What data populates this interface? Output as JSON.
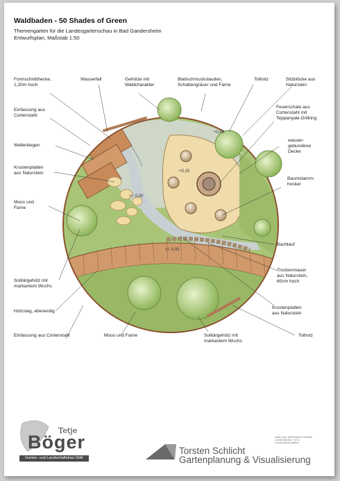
{
  "header": {
    "title": "Waldbaden - 50 Shades of Green",
    "subtitle": "Themengarten für die Landesgartenschau in Bad Gandersheim",
    "scale": "Entwurfsplan, Maßstab 1:50"
  },
  "labels": {
    "formschnitthecke": "Formschnitthecke,\n1,20m hoch",
    "wasserfall": "Wasserfall",
    "gehoelze": "Gehölze mit\nWaldcharakter",
    "blattschmuck": "Blattschmuckstauden,\nSchattengräser und Farne",
    "totholz_top": "Totholz",
    "sitzbloecke": "Sitzblöcke aus\nNaturstein",
    "einfassung_top": "Einfassung aus\nCortenstahl",
    "feuerschale": "Feuerschale aus\nCortenstahl mit\nTeppanyaki-Grillring",
    "wellenliegen": "Wellenliegen",
    "wassergebunden": "wasser-\ngebundene\nDecke",
    "krustenplatten_left": "Krustenplatten\naus Naturstein",
    "baumstamm": "Baumstamm-\nhocker",
    "moos_left": "Moos und\nFarne",
    "bachlauf": "Bachlauf",
    "solitaer_left": "Solitärgehölz mit\nmarkantem Wuchs",
    "trockenmauer": "Trockenmauer\naus Naturstein,\n60cm hoch",
    "holzsteg": "Holzsteg, ebenerdig",
    "krustenplatten_right": "Krustenplatten\naus Naturstein",
    "einfassung_bottom": "Einfassung aus Cortenstahl",
    "moos_bottom": "Moos und Farne",
    "solitaer_bottom": "Solitärgehölz mit\nmarkantem Wuchs",
    "totholz_bottom": "Totholz"
  },
  "elevations": {
    "e1": "+0,60",
    "e2": "+0,15",
    "e3": "+/- 0,00",
    "e4": "+/- 0,00"
  },
  "logo_left": {
    "first_name": "Tetje",
    "last_name": "Böger",
    "tagline": "Garten- und Landschaftsbau GbR"
  },
  "logo_right": {
    "name": "Torsten Schlicht",
    "tagline": "Gartenplanung & Visualisierung",
    "small_print": "staatl. gepr. Bildnerischer Gestalter Landschaftsbau · B.Sc. Landschaftsarchitektur"
  },
  "colors": {
    "grass": "#9fbf6a",
    "tree": "#b9d98a",
    "path": "#f0dcab",
    "wood": "#c98a5a",
    "corten": "#8a4f2c",
    "water": "#c9cfd2"
  }
}
